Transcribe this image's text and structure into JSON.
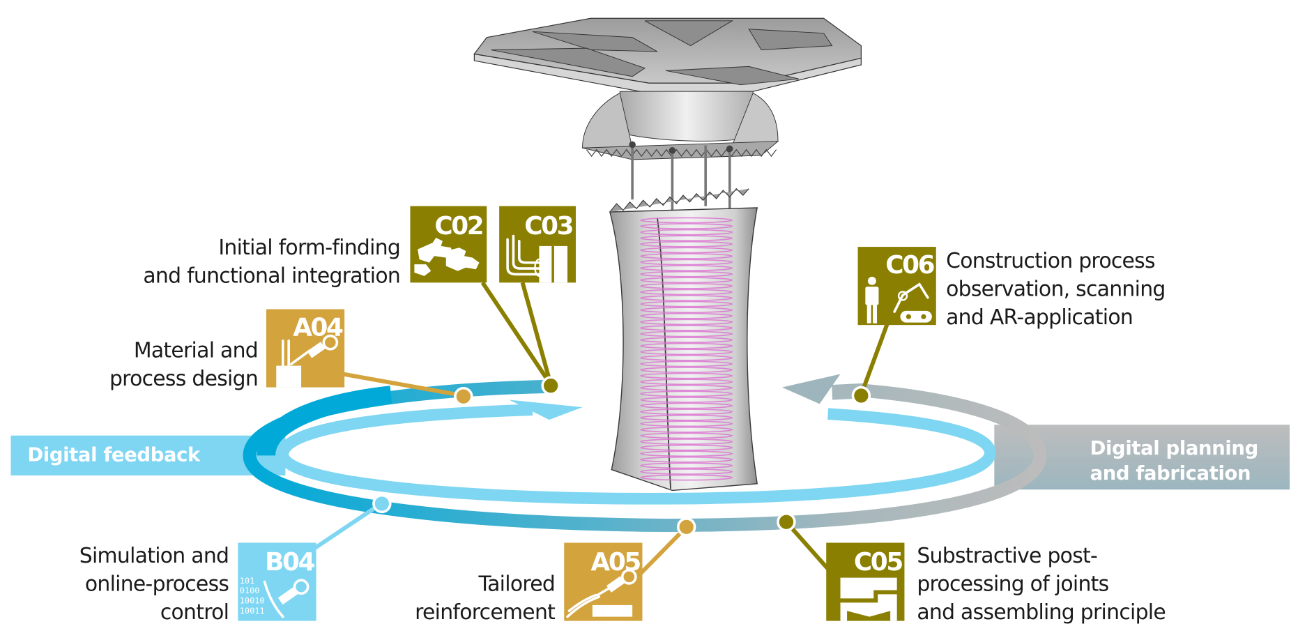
{
  "colors": {
    "olive": "#8a7f00",
    "gold": "#d3a33d",
    "light_blue": "#7fd6f2",
    "deep_blue": "#00a9d8",
    "grey": "#b4b7b8",
    "grey_blue": "#9eb5bd",
    "text": "#1a1a1a"
  },
  "bands": {
    "left": {
      "label": "Digital feedback"
    },
    "right": {
      "label_line1": "Digital planning",
      "label_line2": "and fabrication"
    }
  },
  "projects": [
    {
      "id": "C02",
      "label_lines": [
        "Initial form-finding",
        "and functional integration"
      ],
      "color": "#8a7f00",
      "icon": "puzzle-icon"
    },
    {
      "id": "C03",
      "label_lines": [],
      "color": "#8a7f00",
      "icon": "joint-integration-icon"
    },
    {
      "id": "A04",
      "label_lines": [
        "Material and",
        "process design"
      ],
      "color": "#d3a33d",
      "icon": "robot-extruder-icon"
    },
    {
      "id": "C06",
      "label_lines": [
        "Construction process",
        "observation, scanning",
        "and AR-application"
      ],
      "color": "#8a7f00",
      "icon": "person-robot-icon"
    },
    {
      "id": "B04",
      "label_lines": [
        "Simulation and",
        "online-process",
        "control"
      ],
      "color": "#7fd6f2",
      "icon": "binary-robot-icon",
      "binary": [
        "101",
        "0100",
        "10010",
        "10011"
      ]
    },
    {
      "id": "A05",
      "label_lines": [
        "Tailored",
        "reinforcement"
      ],
      "color": "#d3a33d",
      "icon": "fiber-winding-icon"
    },
    {
      "id": "C05",
      "label_lines": [
        "Substractive post-",
        "processing of joints",
        "and assembling principle"
      ],
      "color": "#8a7f00",
      "icon": "joint-milling-icon"
    }
  ]
}
